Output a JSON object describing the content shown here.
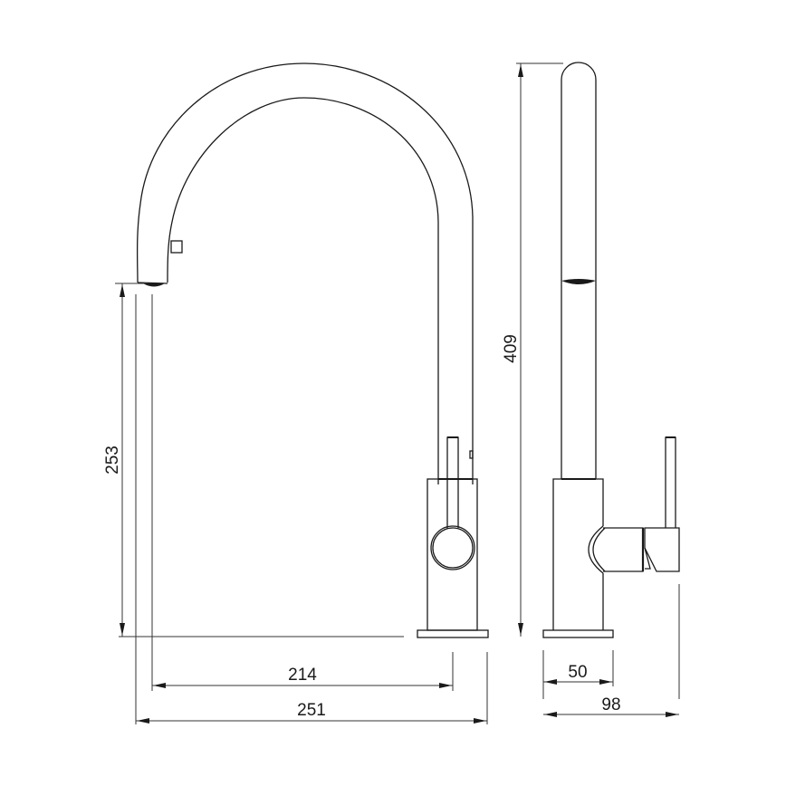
{
  "drawing": {
    "title": "Kitchen mixer tap technical drawing",
    "views": [
      "front-view",
      "side-view"
    ],
    "units": "mm",
    "colors": {
      "line": "#1a1a1a",
      "background": "#ffffff"
    }
  },
  "dimensions": {
    "spout_height": {
      "label": "253",
      "orientation": "vertical"
    },
    "total_height": {
      "label": "409",
      "orientation": "vertical"
    },
    "spout_reach_inner": {
      "label": "214",
      "orientation": "horizontal"
    },
    "spout_reach_total": {
      "label": "251",
      "orientation": "horizontal"
    },
    "base_width": {
      "label": "50",
      "orientation": "horizontal"
    },
    "side_depth": {
      "label": "98",
      "orientation": "horizontal"
    }
  }
}
